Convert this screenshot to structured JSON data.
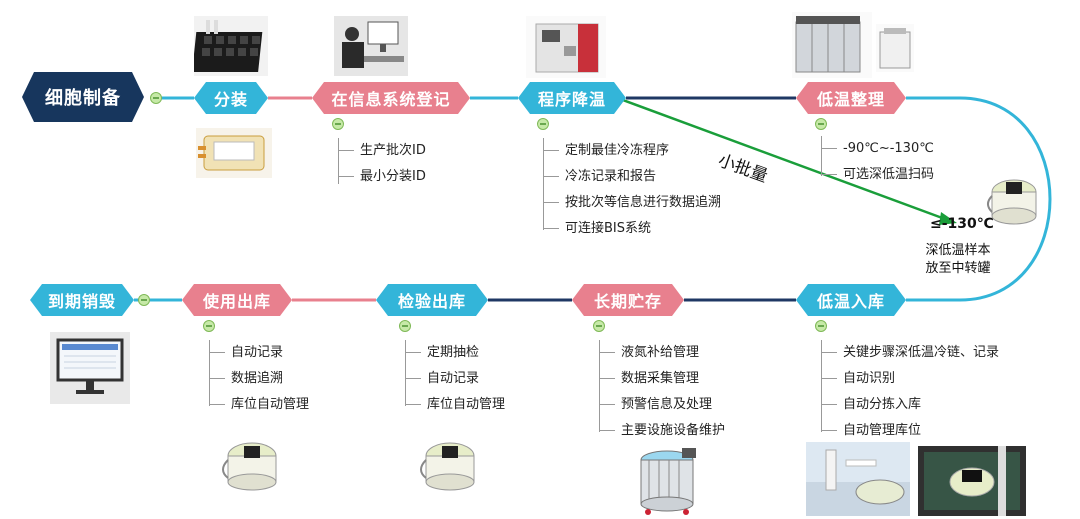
{
  "stages_top": {
    "cell_prep": "细胞制备",
    "aliquot": "分装",
    "register": "在信息系统登记",
    "program_cool": "程序降温",
    "low_temp_sort": "低温整理"
  },
  "stages_bottom": {
    "expire_destroy": "到期销毁",
    "use_out": "使用出库",
    "inspect_out": "检验出库",
    "long_store": "长期贮存",
    "low_temp_in": "低温入库"
  },
  "lists": {
    "register": [
      "生产批次ID",
      "最小分装ID"
    ],
    "program_cool": [
      "定制最佳冷冻程序",
      "冷冻记录和报告",
      "按批次等信息进行数据追溯",
      "可连接BIS系统"
    ],
    "low_temp_sort": [
      "-90℃~-130℃",
      "可选深低温扫码"
    ],
    "low_temp_in": [
      "关键步骤深低温冷链、记录",
      "自动识别",
      "自动分拣入库",
      "自动管理库位"
    ],
    "long_store": [
      "液氮补给管理",
      "数据采集管理",
      "预警信息及处理",
      "主要设施设备维护"
    ],
    "inspect_out": [
      "定期抽检",
      "自动记录",
      "库位自动管理"
    ],
    "use_out": [
      "自动记录",
      "数据追溯",
      "库位自动管理"
    ]
  },
  "annotations": {
    "small_batch": "小批量",
    "temp_threshold": "≤-130℃",
    "transfer_line1": "深低温样本",
    "transfer_line2": "放至中转罐"
  },
  "colors": {
    "dark": "#17365d",
    "blue": "#33b5d9",
    "pink": "#e8808e",
    "track": "#1f3864",
    "arrow": "#1a9e3a"
  }
}
